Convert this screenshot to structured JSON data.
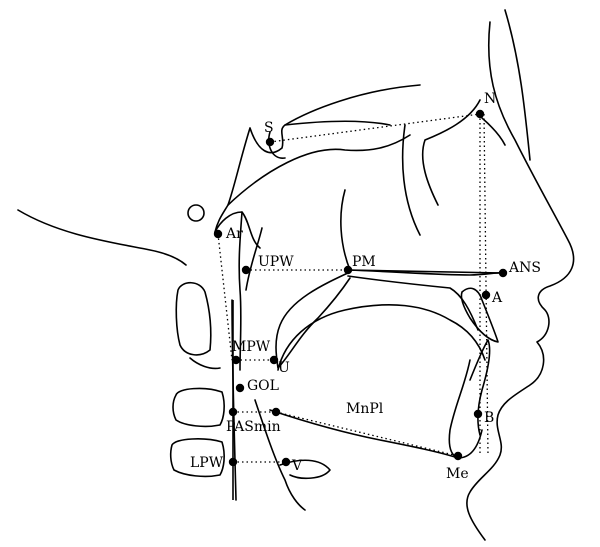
{
  "landmarks": {
    "S": "S",
    "N": "N",
    "Ar": "Ar",
    "UPW": "UPW",
    "PM": "PM",
    "ANS": "ANS",
    "A": "A",
    "MPW": "MPW",
    "U": "U",
    "GOL": "GOL",
    "MnPl": "MnPl",
    "PASmin": "PASmin",
    "B": "B",
    "LPW": "LPW",
    "V": "V",
    "Me": "Me"
  }
}
